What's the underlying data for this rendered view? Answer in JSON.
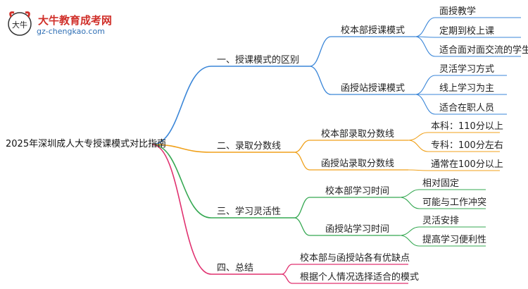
{
  "logo": {
    "title": "大牛教育成考网",
    "url": "gz-chengkao.com",
    "mark_text": "大牛"
  },
  "colors": {
    "blue": "#3a86d8",
    "orange": "#f0a11b",
    "green": "#35a852",
    "pink": "#e0306f"
  },
  "root": {
    "label": "2025年深圳成人大专授课模式对比指南"
  },
  "branches": [
    {
      "label": "一、授课模式的区别",
      "children": [
        {
          "label": "校本部授课模式",
          "leaves": [
            "面授教学",
            "定期到校上课",
            "适合面对面交流的学生"
          ]
        },
        {
          "label": "函授站授课模式",
          "leaves": [
            "灵活学习方式",
            "线上学习为主",
            "适合在职人员"
          ]
        }
      ]
    },
    {
      "label": "二、录取分数线",
      "children": [
        {
          "label": "校本部录取分数线",
          "leaves": [
            "本科：110分以上",
            "专科：100分左右"
          ]
        },
        {
          "label": "函授站录取分数线",
          "leaves": [
            "通常在100分以上"
          ]
        }
      ]
    },
    {
      "label": "三、学习灵活性",
      "children": [
        {
          "label": "校本部学习时间",
          "leaves": [
            "相对固定",
            "可能与工作冲突"
          ]
        },
        {
          "label": "函授站学习时间",
          "leaves": [
            "灵活安排",
            "提高学习便利性"
          ]
        }
      ]
    },
    {
      "label": "四、总结",
      "children": [
        {
          "label": "校本部与函授站各有优缺点",
          "leaves": []
        },
        {
          "label": "根据个人情况选择适合的模式",
          "leaves": []
        }
      ]
    }
  ]
}
